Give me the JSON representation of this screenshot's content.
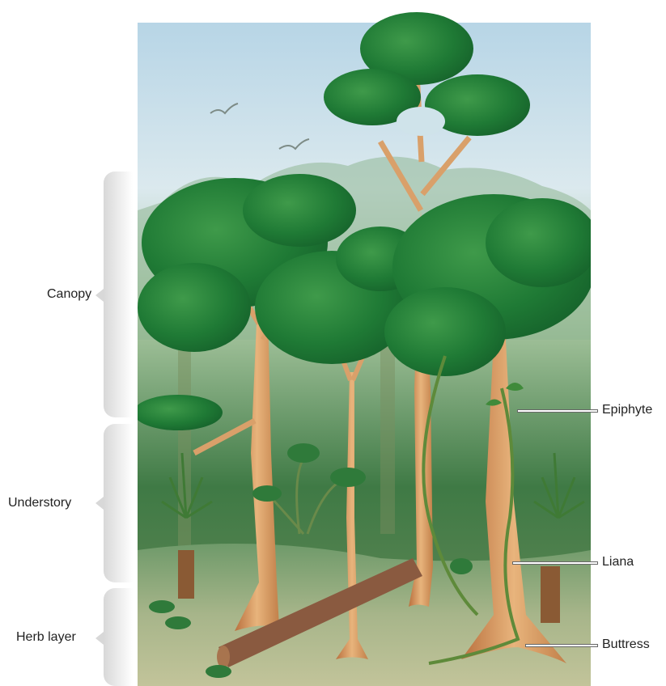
{
  "layers": [
    {
      "label": "Canopy"
    },
    {
      "label": "Understory"
    },
    {
      "label": "Herb layer"
    }
  ],
  "callouts": [
    {
      "label": "Epiphyte"
    },
    {
      "label": "Liana"
    },
    {
      "label": "Buttress"
    }
  ]
}
